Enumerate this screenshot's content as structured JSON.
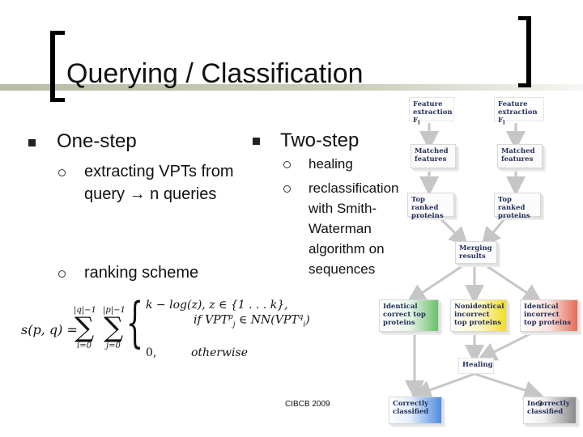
{
  "slide": {
    "title": "Querying / Classification",
    "left": {
      "heading": "One-step",
      "items": [
        "extracting VPTs from query → n queries",
        "ranking scheme"
      ]
    },
    "right": {
      "heading": "Two-step",
      "items": [
        "healing",
        "reclassification with Smith-Waterman algorithm on sequences"
      ]
    },
    "formula": {
      "lhs": "s(p, q) =",
      "sum1_top": "|q|−1",
      "sum1_bottom": "i=0",
      "sum2_top": "|p|−1",
      "sum2_bottom": "j=0",
      "case1_line1": "k − log(z), z ∈ {1 . . . k},",
      "case1_line2": "if  VPT",
      "case1_line2_rest": " ∈ NN(VPT",
      "case1_end": ")",
      "sup_p": "p",
      "sub_j": "j",
      "sup_q": "q",
      "sub_i": "i",
      "case2_value": "0,",
      "case2_cond": "otherwise"
    },
    "diagram": {
      "feature_extraction_1": "Feature extraction F",
      "feature_extraction_2": "Feature extraction F",
      "fsub": "i",
      "matched_features_1": "Matched features",
      "matched_features_2": "Matched features",
      "top_ranked_1": "Top ranked proteins",
      "top_ranked_2": "Top ranked proteins",
      "merging": "Merging results",
      "identical_correct": "Identical correct top proteins",
      "nonidentical_incorrect": "Nonidentical incorrect top proteins",
      "identical_incorrect": "Identical incorrect top proteins",
      "healing": "Healing",
      "correctly_classified": "Correctly classified",
      "incorrectly_classified": "Incorrectly classified"
    },
    "footer": {
      "venue": "CIBCB 2009",
      "page": "9"
    },
    "colors": {
      "rule": "#c9cdb8",
      "arrow": "#c6c6c6",
      "text": "#23305a"
    }
  }
}
